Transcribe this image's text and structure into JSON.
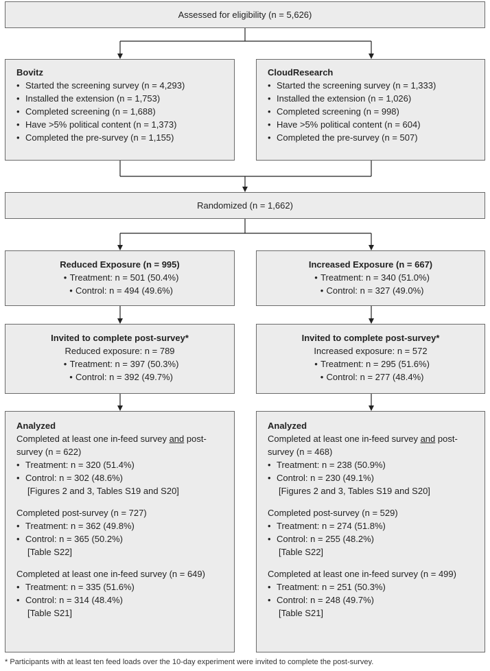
{
  "assessed": "Assessed for eligibility (n = 5,626)",
  "bovitz": {
    "title": "Bovitz",
    "items": [
      "Started the screening survey (n = 4,293)",
      "Installed the extension (n = 1,753)",
      "Completed screening (n = 1,688)",
      "Have >5% political content (n = 1,373)",
      "Completed the pre-survey (n = 1,155)"
    ]
  },
  "cloud": {
    "title": "CloudResearch",
    "items": [
      "Started the screening survey (n = 1,333)",
      "Installed the extension (n = 1,026)",
      "Completed screening (n = 998)",
      "Have >5% political content (n = 604)",
      "Completed the pre-survey (n = 507)"
    ]
  },
  "randomized": "Randomized (n = 1,662)",
  "reduced": {
    "title": "Reduced Exposure (n = 995)",
    "treatment": "Treatment: n = 501 (50.4%)",
    "control": "Control: n = 494 (49.6%)"
  },
  "increased": {
    "title": "Increased Exposure (n = 667)",
    "treatment": "Treatment: n = 340 (51.0%)",
    "control": "Control: n = 327 (49.0%)"
  },
  "invited_left": {
    "title": "Invited to complete post-survey*",
    "sub": "Reduced exposure: n = 789",
    "treatment": "Treatment: n = 397 (50.3%)",
    "control": "Control: n = 392 (49.7%)"
  },
  "invited_right": {
    "title": "Invited to complete post-survey*",
    "sub": "Increased exposure: n = 572",
    "treatment": "Treatment: n = 295 (51.6%)",
    "control": "Control: n = 277 (48.4%)"
  },
  "analyzed_left": {
    "title": "Analyzed",
    "g1_line1_a": "Completed at least one in-feed survey ",
    "g1_line1_u": "and",
    "g1_line1_b": " post-",
    "g1_line2": "survey (n = 622)",
    "g1_treatment": "Treatment: n = 320 (51.4%)",
    "g1_control": "Control: n = 302 (48.6%)",
    "g1_ref": "[Figures 2 and 3, Tables S19 and S20]",
    "g2_head": "Completed post-survey (n = 727)",
    "g2_treatment": "Treatment: n = 362 (49.8%)",
    "g2_control": "Control: n = 365 (50.2%)",
    "g2_ref": "[Table S22]",
    "g3_head": "Completed at least one in-feed survey (n = 649)",
    "g3_treatment": "Treatment: n = 335 (51.6%)",
    "g3_control": "Control: n = 314 (48.4%)",
    "g3_ref": "[Table S21]"
  },
  "analyzed_right": {
    "title": "Analyzed",
    "g1_line1_a": "Completed at least one in-feed survey ",
    "g1_line1_u": "and",
    "g1_line1_b": " post-",
    "g1_line2": "survey (n = 468)",
    "g1_treatment": "Treatment: n = 238 (50.9%)",
    "g1_control": "Control: n = 230 (49.1%)",
    "g1_ref": "[Figures 2 and 3, Tables S19 and S20]",
    "g2_head": "Completed post-survey (n = 529)",
    "g2_treatment": "Treatment: n = 274 (51.8%)",
    "g2_control": "Control: n = 255 (48.2%)",
    "g2_ref": "[Table S22]",
    "g3_head": "Completed at least one in-feed survey (n = 499)",
    "g3_treatment": "Treatment: n = 251 (50.3%)",
    "g3_control": "Control: n = 248 (49.7%)",
    "g3_ref": "[Table S21]"
  },
  "footnote": "* Participants with at least ten feed loads over the 10-day experiment were invited to complete the post-survey."
}
